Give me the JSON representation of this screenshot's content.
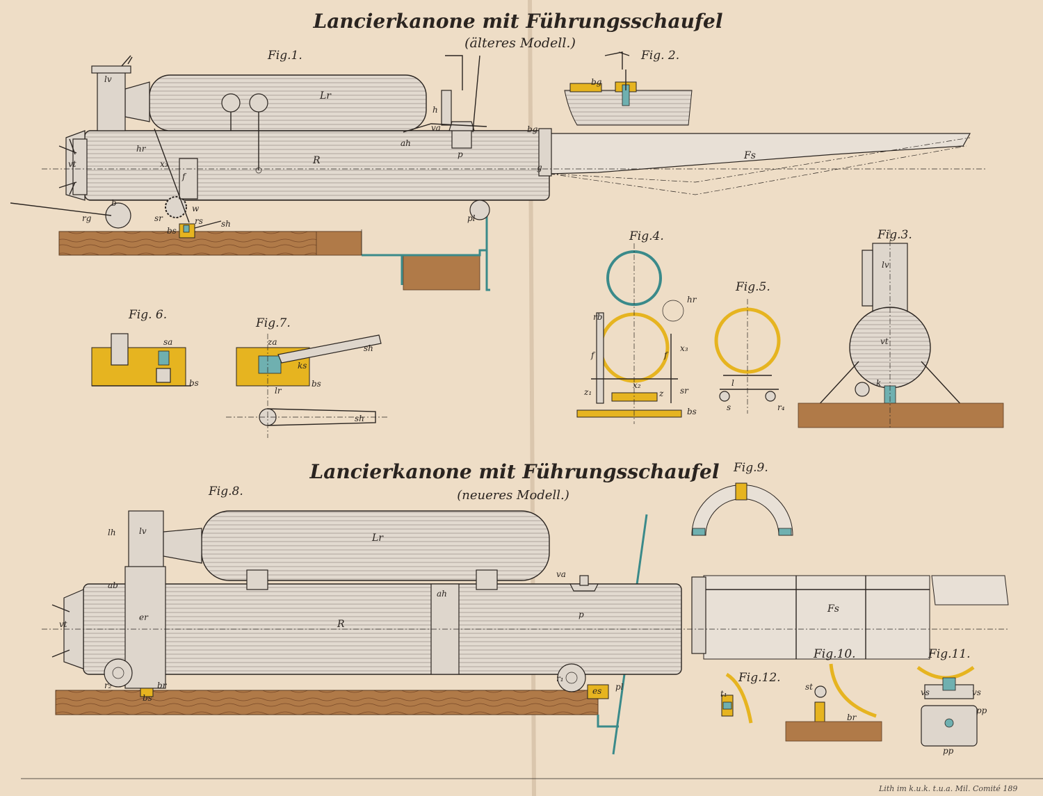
{
  "title_top": "Lancierkanone mit Führungsschaufel",
  "subtitle_top": "(älteres Modell.)",
  "title_bottom": "Lancierkanone mit Führungsschaufel",
  "subtitle_bottom": "(neueres Modell.)",
  "imprint": "Lith im k.u.k. t.u.a. Mil. Comité 189",
  "figures": {
    "f1": "Fig.1.",
    "f2": "Fig. 2.",
    "f3": "Fig.3.",
    "f4": "Fig.4.",
    "f5": "Fig.5.",
    "f6": "Fig. 6.",
    "f7": "Fig.7.",
    "f8": "Fig.8.",
    "f9": "Fig.9.",
    "f10": "Fig.10.",
    "f11": "Fig.11.",
    "f12": "Fig.12."
  },
  "labels": {
    "lv": "lv",
    "lr": "Lr",
    "r": "R",
    "fs": "Fs",
    "vt": "vt",
    "hr": "hr",
    "x3": "x₃",
    "f": "f",
    "sr": "sr",
    "w": "w",
    "rg": "rg",
    "b": "b",
    "bs": "bs",
    "rs": "rs",
    "sh": "sh",
    "ah": "ah",
    "va": "va",
    "p": "p",
    "bg": "bg",
    "g": "g",
    "pl": "pl",
    "h": "h",
    "sa": "sa",
    "za": "za",
    "ks": "ks",
    "rb": "rb",
    "z": "z",
    "z1": "z₁",
    "x2": "x₂",
    "lh": "lh",
    "ab": "ab",
    "er": "er",
    "r2": "r₂",
    "r1": "r₁",
    "br": "br",
    "es": "es",
    "st": "st",
    "vs": "vs",
    "pp": "pp",
    "t1": "t₁",
    "k": "k",
    "l": "l",
    "s": "s",
    "r4": "r₄",
    "lr_small": "lr"
  },
  "colors": {
    "paper": "#eeddc6",
    "brass": "#e6b420",
    "teal": "#6fb0b0",
    "wood": "#b07a48",
    "metal": "#ded6cc",
    "ink": "#2a2420"
  }
}
